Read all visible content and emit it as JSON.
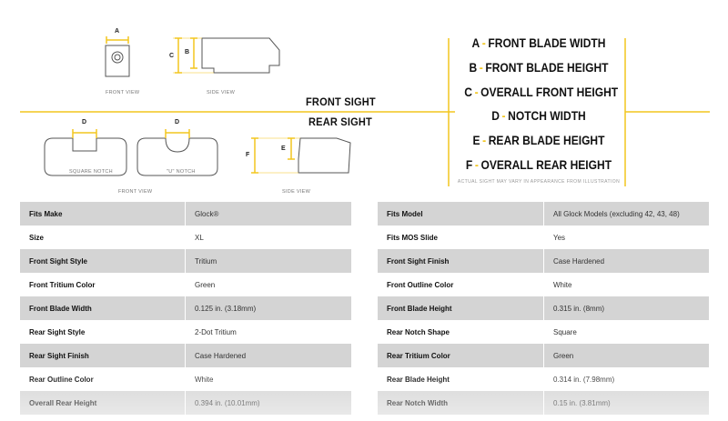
{
  "colors": {
    "accent": "#f2c61f",
    "row_shade": "#d4d4d4",
    "line": "#555555"
  },
  "diagram": {
    "front_sight": {
      "title": "FRONT SIGHT",
      "front_view_caption": "FRONT VIEW",
      "side_view_caption": "SIDE VIEW",
      "letters": {
        "a": "A",
        "b": "B",
        "c": "C"
      }
    },
    "rear_sight": {
      "title": "REAR SIGHT",
      "square_notch_caption": "SQUARE NOTCH",
      "u_notch_caption": "\"U\" NOTCH",
      "front_view_caption": "FRONT VIEW",
      "side_view_caption": "SIDE VIEW",
      "letters": {
        "d1": "D",
        "d2": "D",
        "e": "E",
        "f": "F"
      }
    },
    "legend": [
      {
        "letter": "A",
        "text": "FRONT BLADE WIDTH"
      },
      {
        "letter": "B",
        "text": "FRONT BLADE HEIGHT"
      },
      {
        "letter": "C",
        "text": "OVERALL FRONT HEIGHT"
      },
      {
        "letter": "D",
        "text": "NOTCH WIDTH"
      },
      {
        "letter": "E",
        "text": "REAR BLADE HEIGHT"
      },
      {
        "letter": "F",
        "text": "OVERALL REAR HEIGHT"
      }
    ],
    "legend_dash": "-",
    "legend_note": "ACTUAL SIGHT MAY VARY IN APPEARANCE FROM ILLUSTRATION"
  },
  "specs_left": [
    {
      "label": "Fits Make",
      "value": "Glock®"
    },
    {
      "label": "Size",
      "value": "XL"
    },
    {
      "label": "Front Sight Style",
      "value": "Tritium"
    },
    {
      "label": "Front Tritium Color",
      "value": "Green"
    },
    {
      "label": "Front Blade Width",
      "value": "0.125 in. (3.18mm)"
    },
    {
      "label": "Rear Sight Style",
      "value": "2-Dot Tritium"
    },
    {
      "label": "Rear Sight Finish",
      "value": "Case Hardened"
    },
    {
      "label": "Rear Outline Color",
      "value": "White"
    },
    {
      "label": "Overall Rear Height",
      "value": "0.394 in. (10.01mm)"
    }
  ],
  "specs_right": [
    {
      "label": "Fits Model",
      "value": "All Glock Models (excluding 42, 43, 48)"
    },
    {
      "label": "Fits MOS Slide",
      "value": "Yes"
    },
    {
      "label": "Front Sight Finish",
      "value": "Case Hardened"
    },
    {
      "label": "Front Outline Color",
      "value": "White"
    },
    {
      "label": "Front Blade Height",
      "value": "0.315 in. (8mm)"
    },
    {
      "label": "Rear Notch Shape",
      "value": "Square"
    },
    {
      "label": "Rear Tritium Color",
      "value": "Green"
    },
    {
      "label": "Rear Blade Height",
      "value": "0.314 in. (7.98mm)"
    },
    {
      "label": "Rear Notch Width",
      "value": "0.15 in. (3.81mm)"
    }
  ]
}
